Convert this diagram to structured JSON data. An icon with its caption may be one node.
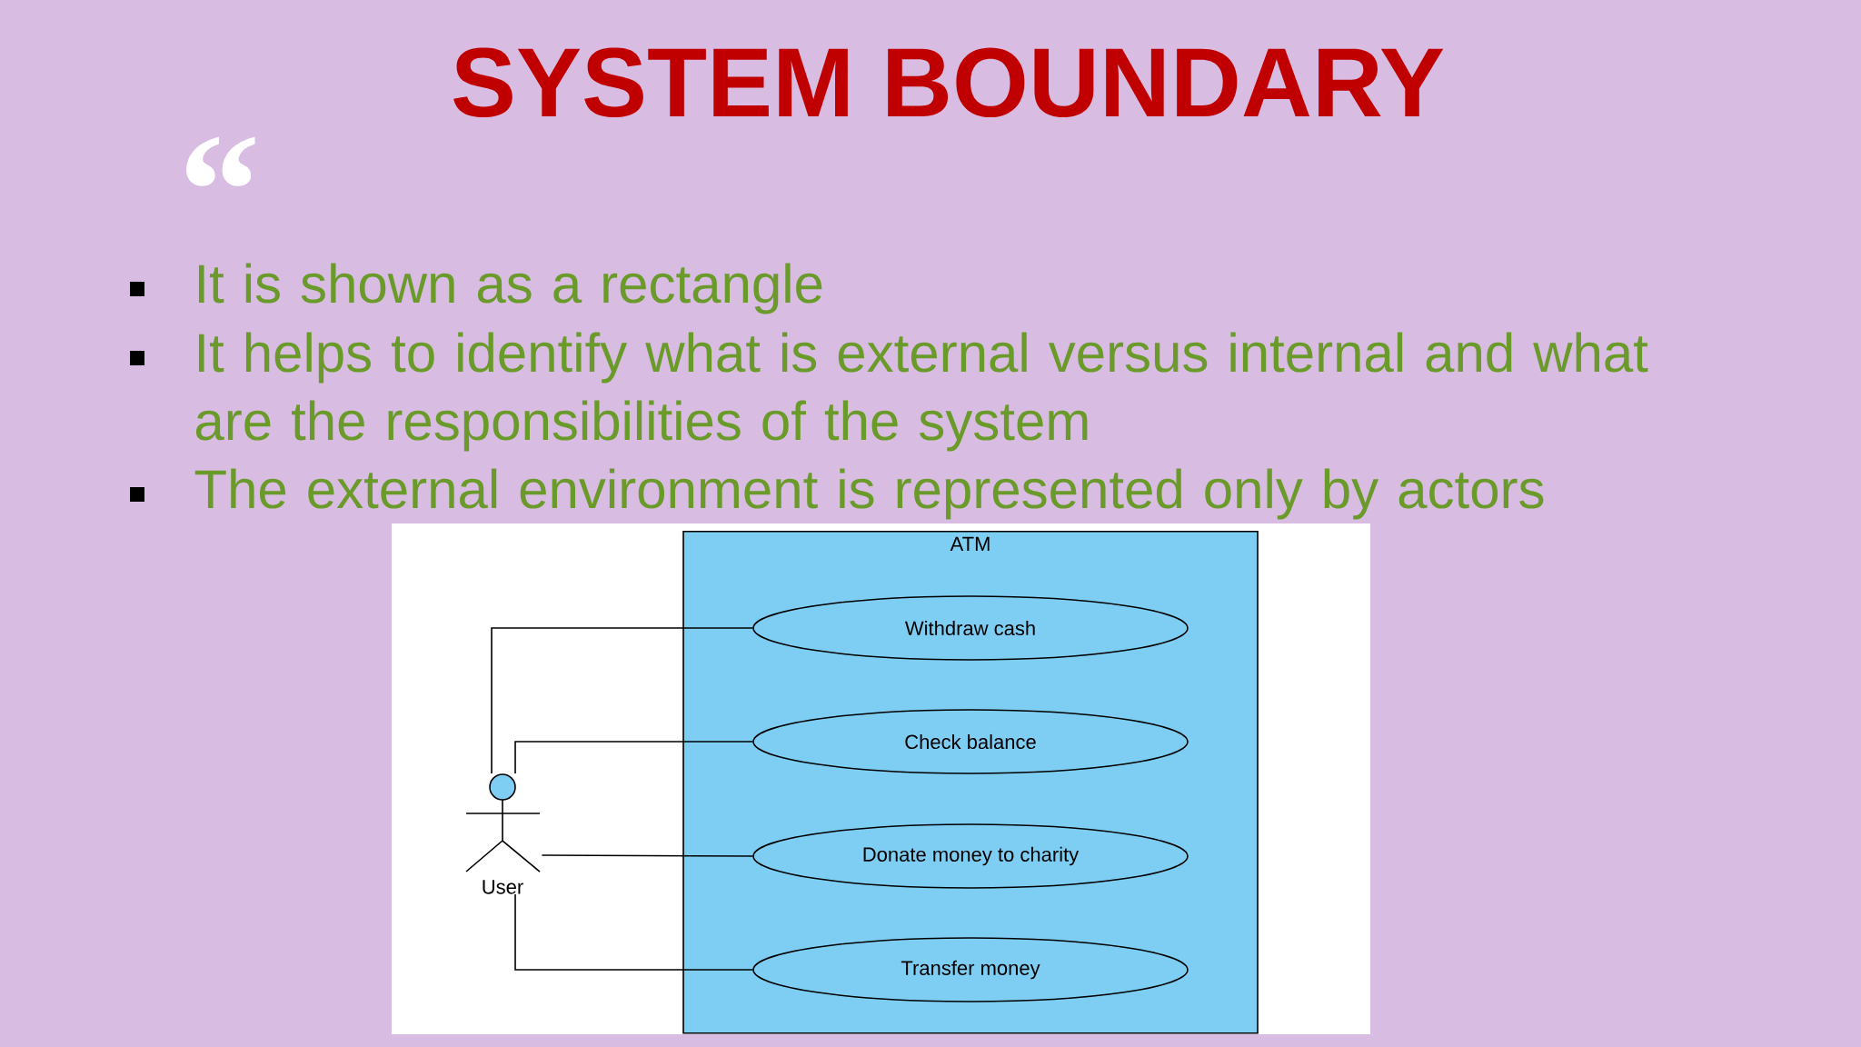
{
  "diagram": {
    "title": "SYSTEM BOUNDARY",
    "nodes": [
      {
        "text": [
          "ATM"
        ]
      },
      {
        "text": [
          "Withdraw cash"
        ],
        "in": 0
      },
      {
        "text": [
          "Check balance"
        ],
        "in": 0
      },
      {
        "text": [
          "Donate money to charity"
        ],
        "in": 0
      },
      {
        "text": [
          "Transfer money"
        ],
        "in": 0
      },
      {
        "text": [
          "User"
        ]
      }
    ],
    "edges": [
      {
        "from": 5,
        "to": 1,
        "arrow": "none"
      },
      {
        "from": 5,
        "to": 2,
        "arrow": "none"
      },
      {
        "from": 5,
        "to": 3,
        "arrow": "none"
      },
      {
        "from": 5,
        "to": 4,
        "arrow": "none"
      }
    ],
    "labels": [
      "“",
      "It is shown as a rectangle",
      "It helps to identify what is external versus internal and what are the responsibilities of the system",
      "The external environment is represented only by actors"
    ]
  }
}
